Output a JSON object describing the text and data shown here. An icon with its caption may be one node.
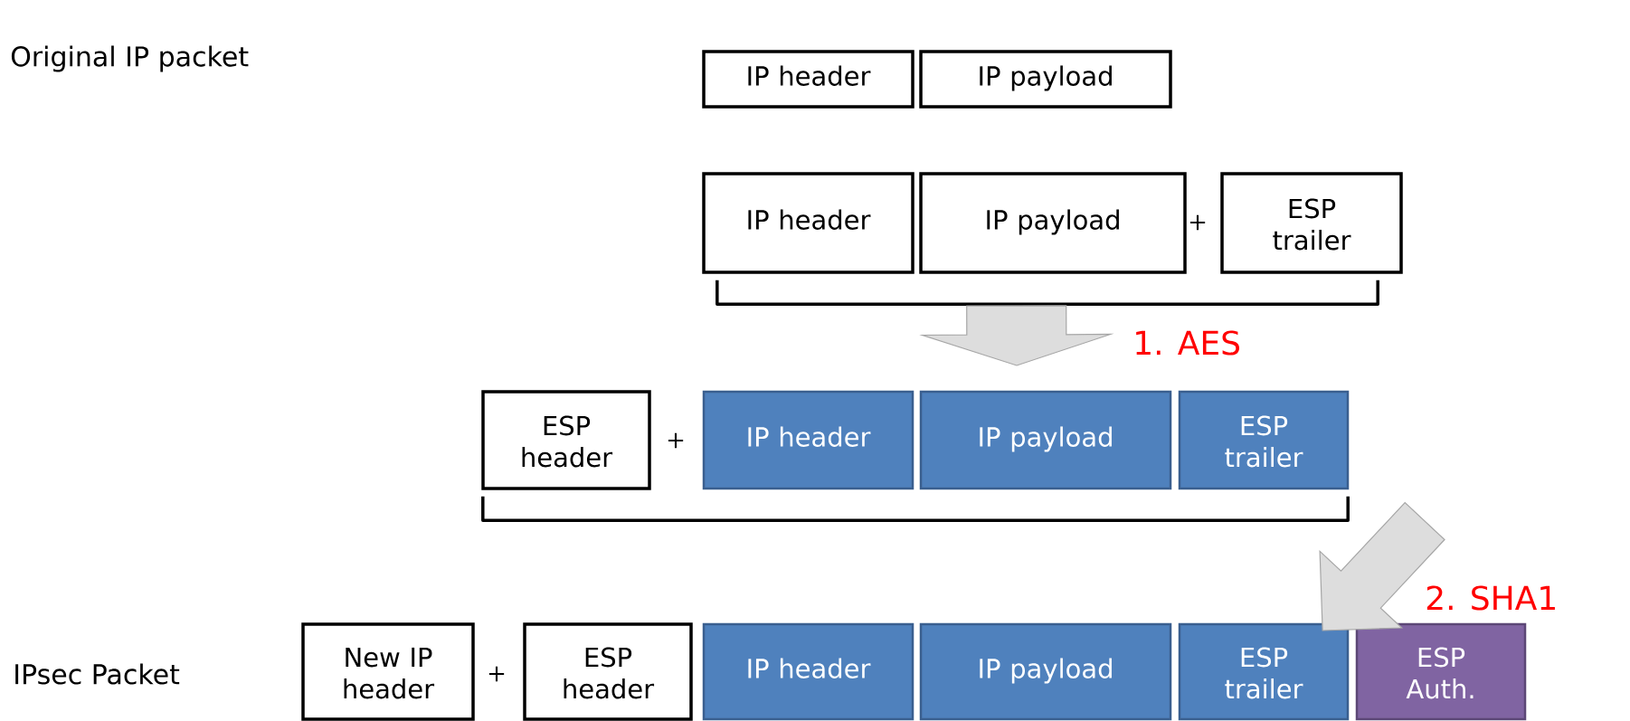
{
  "diagram": {
    "nodes": [
      {
        "text": [
          "IP header"
        ]
      },
      {
        "text": [
          "IP payload"
        ]
      },
      {
        "text": [
          "IP header"
        ]
      },
      {
        "text": [
          "IP payload"
        ]
      },
      {
        "text": [
          "ESP trailer"
        ]
      },
      {
        "text": [],
        "shape": "bracket"
      },
      {
        "text": [
          "ESP header"
        ]
      },
      {
        "text": [
          "IP header"
        ]
      },
      {
        "text": [
          "IP payload"
        ]
      },
      {
        "text": [
          "ESP trailer"
        ]
      },
      {
        "text": [],
        "shape": "bracket"
      },
      {
        "text": [
          "New IP header"
        ]
      },
      {
        "text": [
          "ESP header"
        ]
      },
      {
        "text": [
          "IP header"
        ]
      },
      {
        "text": [
          "IP payload"
        ]
      },
      {
        "text": [
          "ESP trailer"
        ]
      },
      {
        "text": [
          "ESP Auth."
        ]
      }
    ],
    "edges": [
      {
        "from": 5,
        "to": 8,
        "arrow": "to"
      },
      {
        "from": 10,
        "to": 16,
        "arrow": "to"
      }
    ],
    "labels": [
      "Original IP packet",
      "+",
      "1. AES",
      "+",
      "2. SHA1",
      "IPsec Packet",
      "+"
    ]
  }
}
